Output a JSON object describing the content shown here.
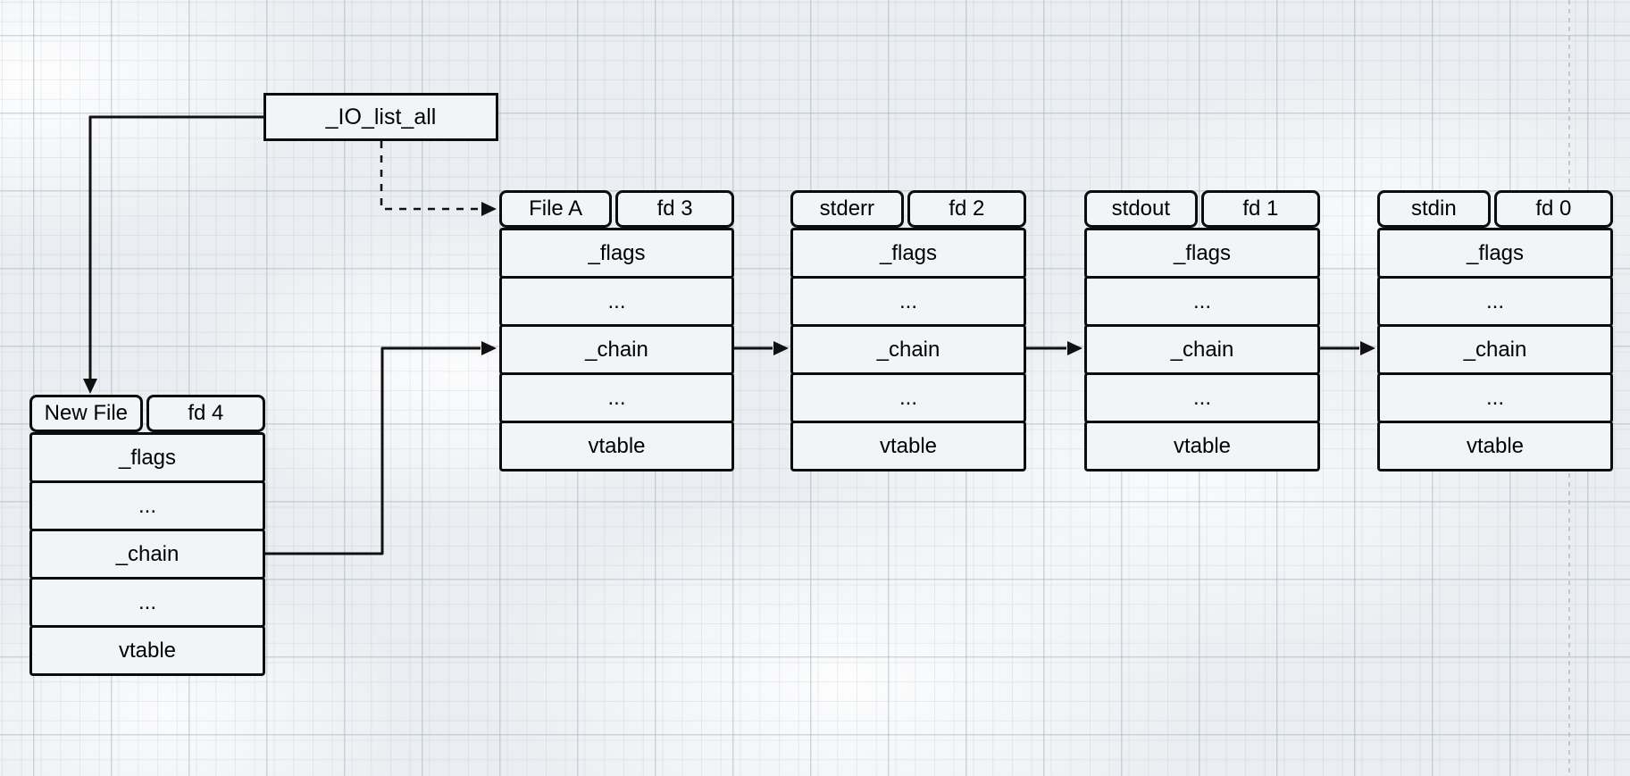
{
  "diagram": {
    "pointer_node": {
      "label": "_IO_list_all"
    },
    "structs": [
      {
        "id": "new-file",
        "name": "New File",
        "fd": "fd 4",
        "rows": [
          "_flags",
          "...",
          "_chain",
          "...",
          "vtable"
        ]
      },
      {
        "id": "file-a",
        "name": "File A",
        "fd": "fd 3",
        "rows": [
          "_flags",
          "...",
          "_chain",
          "...",
          "vtable"
        ]
      },
      {
        "id": "stderr",
        "name": "stderr",
        "fd": "fd 2",
        "rows": [
          "_flags",
          "...",
          "_chain",
          "...",
          "vtable"
        ]
      },
      {
        "id": "stdout",
        "name": "stdout",
        "fd": "fd 1",
        "rows": [
          "_flags",
          "...",
          "_chain",
          "...",
          "vtable"
        ]
      },
      {
        "id": "stdin",
        "name": "stdin",
        "fd": "fd 0",
        "rows": [
          "_flags",
          "...",
          "_chain",
          "...",
          "vtable"
        ]
      }
    ],
    "connections": [
      {
        "from": "_IO_list_all",
        "to": "New File (header)",
        "style": "solid"
      },
      {
        "from": "_IO_list_all",
        "to": "File A (header)",
        "style": "dashed"
      },
      {
        "from": "New File._chain",
        "to": "File A._chain",
        "style": "solid"
      },
      {
        "from": "File A._chain",
        "to": "stderr._chain",
        "style": "solid"
      },
      {
        "from": "stderr._chain",
        "to": "stdout._chain",
        "style": "solid"
      },
      {
        "from": "stdout._chain",
        "to": "stdin._chain",
        "style": "solid"
      }
    ],
    "colors": {
      "background": "#eaedf1",
      "box_fill": "#f2f5f8",
      "box_border": "#0c0c0c",
      "grid_minor": "#dfe4e9",
      "grid_major": "#c3cbd3",
      "page_divider": "#b6bcc4",
      "connector": "#111111"
    }
  }
}
